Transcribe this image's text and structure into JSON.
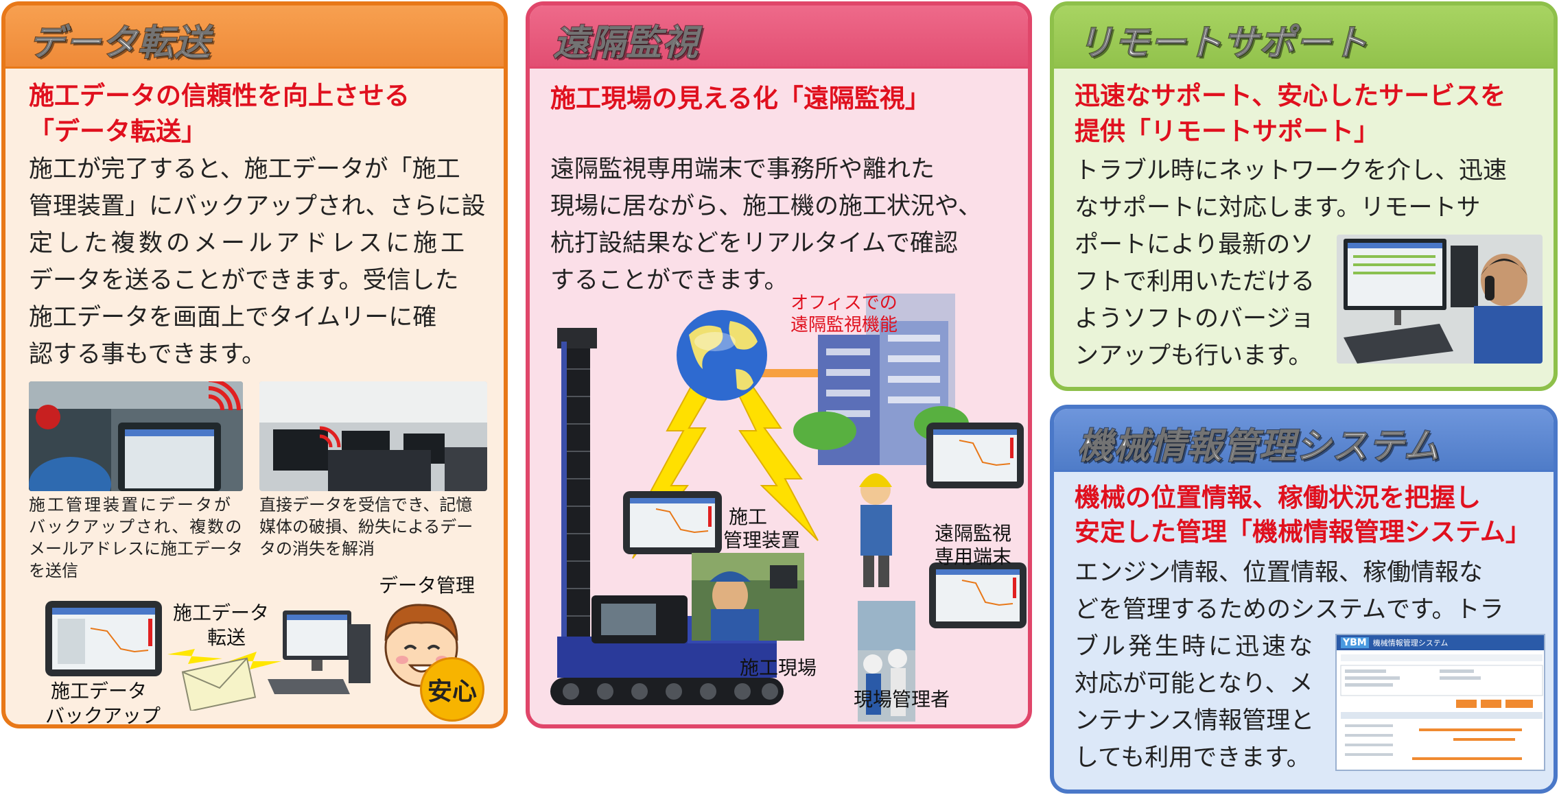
{
  "data_transfer": {
    "title": "データ転送",
    "headline": [
      "施工データの信頼性を向上させる",
      "「データ転送」"
    ],
    "body": [
      "施工が完了すると、施工データが「施工",
      "管理装置」にバックアップされ、さらに設",
      "定した複数のメールアドレスに施工",
      "データを送ることができます。受信した",
      "施工データを画面上でタイムリーに確",
      "認する事もできます。"
    ],
    "caption_left": [
      "施工管理装置にデータが",
      "バックアップされ、複数の",
      "メールアドレスに施工データ",
      "を送信"
    ],
    "caption_right": [
      "直接データを受信でき、記憶",
      "媒体の破損、紛失によるデー",
      "タの消失を解消"
    ],
    "label_transfer": [
      "施工データ",
      "転送"
    ],
    "label_management": "データ管理",
    "label_backup": [
      "施工データ",
      "バックアップ"
    ],
    "badge": "安心"
  },
  "monitoring": {
    "title": "遠隔監視",
    "headline": "施工現場の見える化「遠隔監視」",
    "body": [
      "遠隔監視専用端末で事務所や離れた",
      "現場に居ながら、施工機の施工状況や、",
      "杭打設結果などをリアルタイムで確認",
      "することができます。"
    ],
    "label_office": [
      "オフィスでの",
      "遠隔監視機能"
    ],
    "label_device": [
      "施工",
      "管理装置"
    ],
    "label_terminal": [
      "遠隔監視",
      "専用端末"
    ],
    "label_site": "施工現場",
    "label_manager": "現場管理者"
  },
  "support": {
    "title": "リモートサポート",
    "headline": [
      "迅速なサポート、安心したサービスを",
      "提供「リモートサポート」"
    ],
    "body": [
      "トラブル時にネットワークを介し、迅速",
      "なサポートに対応します。リモートサ",
      "ポートにより最新のソ",
      "フトで利用いただける",
      "ようソフトのバージョ",
      "ンアップも行います。"
    ]
  },
  "machine": {
    "title": "機械情報管理システム",
    "headline": [
      "機械の位置情報、稼働状況を把握し",
      "安定した管理「機械情報管理システム」"
    ],
    "body": [
      "エンジン情報、位置情報、稼働情報な",
      "どを管理するためのシステムです。トラ",
      "ブル発生時に迅速な",
      "対応が可能となり、メ",
      "ンテナンス情報管理と",
      "しても利用できます。"
    ],
    "screen_logo": "YBM",
    "screen_title": "機械情報管理システム"
  },
  "colors": {
    "orange": "#e87818",
    "pink": "#e0466a",
    "green": "#8ec04a",
    "blue": "#4a78c8",
    "red_text": "#e0101e"
  }
}
